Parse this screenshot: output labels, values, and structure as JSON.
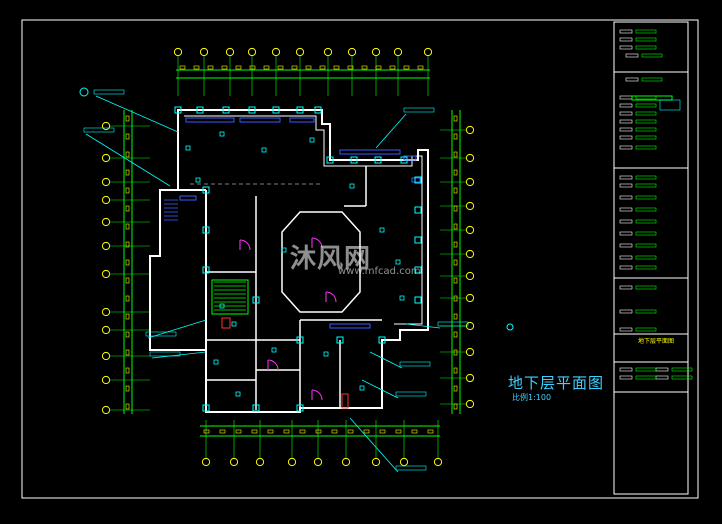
{
  "drawing": {
    "title": "地下层平面图",
    "scale": "比例1:100",
    "titleblock_label": "地下层平面图"
  },
  "watermark": {
    "text": "沐风网",
    "url": "www.mfcad.com"
  },
  "colors": {
    "background": "#000000",
    "wall": "#ffffff",
    "axis_bubble": "#ffff00",
    "dimension": "#00ff00",
    "annotation": "#00ffff",
    "window": "#3a5bff",
    "door": "#ff33ff",
    "title_text": "#3fd0ff"
  }
}
